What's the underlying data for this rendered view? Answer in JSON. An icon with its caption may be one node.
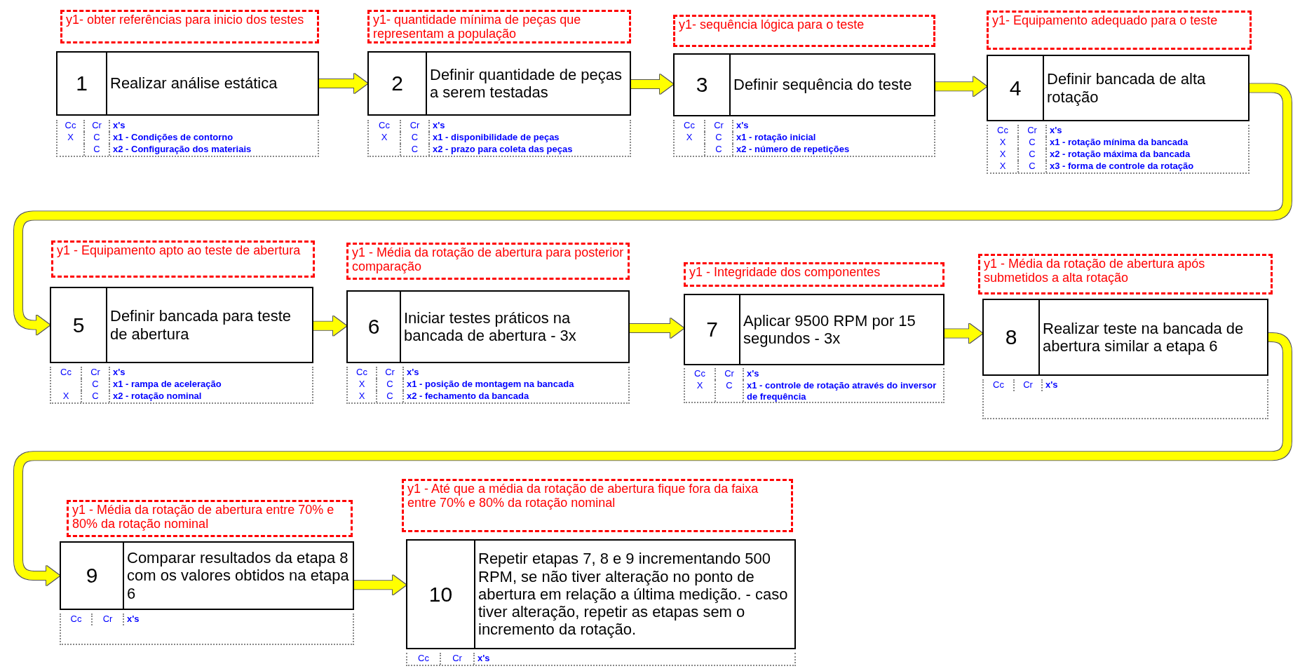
{
  "diagram": {
    "nodes": [
      {
        "text": [
          "y1- obter referências para inicio dos testes"
        ]
      },
      {
        "text": [
          "1",
          "Realizar análise estática"
        ],
        "beside": [
          "Cc",
          "Cr",
          "x's",
          "X",
          "C",
          "x1 - Condições de contorno",
          "C",
          "x2 - Configuração dos materiais"
        ]
      },
      {
        "text": [
          "y1- quantidade mínima de peças que representam a população"
        ]
      },
      {
        "text": [
          "2",
          "Definir quantidade de peças a serem testadas"
        ],
        "beside": [
          "Cc",
          "Cr",
          "x's",
          "X",
          "C",
          "x1 - disponibilidade de peças",
          "C",
          "x2 - prazo para coleta das peças"
        ]
      },
      {
        "text": [
          "y1- sequência lógica para o teste"
        ]
      },
      {
        "text": [
          "3",
          "Definir sequência do teste"
        ],
        "beside": [
          "Cc",
          "Cr",
          "x's",
          "X",
          "C",
          "x1 - rotação inicial",
          "C",
          "x2 - número de repetições"
        ]
      },
      {
        "text": [
          "y1- Equipamento adequado para o teste"
        ]
      },
      {
        "text": [
          "4",
          "Definir bancada de alta rotação"
        ],
        "beside": [
          "Cc",
          "Cr",
          "x's",
          "X",
          "C",
          "x1 - rotação mínima da bancada",
          "X",
          "C",
          "x2 - rotação máxima da bancada",
          "X",
          "C",
          "x3 - forma de controle da rotação"
        ]
      },
      {
        "text": [
          "y1 - Equipamento apto ao teste de abertura"
        ]
      },
      {
        "text": [
          "5",
          "Definir bancada para teste de abertura"
        ],
        "beside": [
          "Cc",
          "Cr",
          "x's",
          "C",
          "x1 - rampa de aceleração",
          "X",
          "C",
          "x2 - rotação nominal"
        ]
      },
      {
        "text": [
          "y1 - Média da rotação de abertura para posterior comparação"
        ]
      },
      {
        "text": [
          "6",
          "Iniciar testes práticos na bancada de abertura - 3x"
        ],
        "beside": [
          "Cc",
          "Cr",
          "x's",
          "X",
          "C",
          "x1 - posição de montagem na bancada",
          "X",
          "C",
          "x2 - fechamento da bancada"
        ]
      },
      {
        "text": [
          "y1 - Integridade dos componentes"
        ]
      },
      {
        "text": [
          "7",
          "Aplicar 9500 RPM por 15 segundos - 3x"
        ],
        "beside": [
          "Cc",
          "Cr",
          "x's",
          "X",
          "C",
          "x1 - controle de rotação através do inversor de frequência"
        ]
      },
      {
        "text": [
          "y1 - Média da rotação de abertura após submetidos a alta rotação"
        ]
      },
      {
        "text": [
          "8",
          "Realizar teste na bancada de abertura similar a etapa 6"
        ],
        "beside": [
          "Cc",
          "Cr",
          "x's"
        ]
      },
      {
        "text": [
          "y1 - Média da rotação de abertura entre 70% e 80% da rotação nominal"
        ]
      },
      {
        "text": [
          "9",
          "Comparar resultados da etapa 8 com os valores obtidos na etapa 6"
        ],
        "beside": [
          "Cc",
          "Cr",
          "x's"
        ]
      },
      {
        "text": [
          "y1 - Até que a média da rotação de abertura fique fora da faixa entre 70% e 80% da rotação nominal"
        ]
      },
      {
        "text": [
          "10",
          "Repetir etapas 7, 8 e 9 incrementando 500 RPM, se não tiver alteração no ponto de abertura em relação a última medição. - caso tiver alteração, repetir as etapas sem o incremento da rotação."
        ],
        "beside": [
          "Cc",
          "Cr",
          "x's"
        ]
      }
    ],
    "edges": [
      {
        "from": 1,
        "to": 3,
        "arrow": "to"
      },
      {
        "from": 3,
        "to": 5,
        "arrow": "to"
      },
      {
        "from": 5,
        "to": 7,
        "arrow": "to"
      },
      {
        "from": 7,
        "to": 9,
        "arrow": "to"
      },
      {
        "from": 9,
        "to": 11,
        "arrow": "to"
      },
      {
        "from": 11,
        "to": 13,
        "arrow": "to"
      },
      {
        "from": 13,
        "to": 15,
        "arrow": "to"
      },
      {
        "from": 15,
        "to": 17,
        "arrow": "to"
      },
      {
        "from": 17,
        "to": 19,
        "arrow": "to"
      }
    ]
  }
}
